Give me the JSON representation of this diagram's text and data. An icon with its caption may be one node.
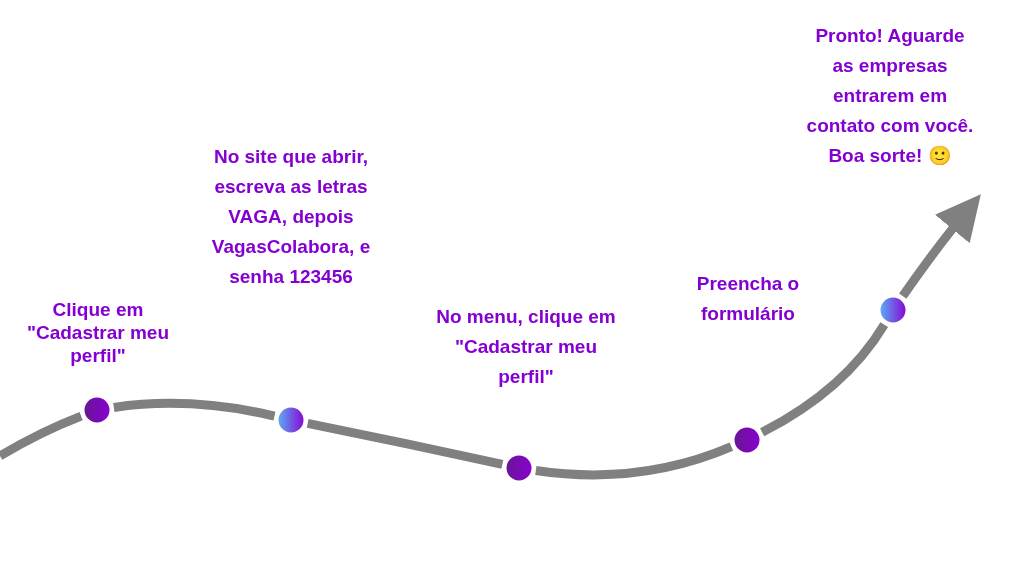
{
  "diagram": {
    "nodes": [
      {
        "text": [],
        "shape": "circle",
        "beside": [
          "Clique em \"Cadastrar meu perfil\""
        ]
      },
      {
        "text": [],
        "shape": "circle"
      },
      {
        "text": [],
        "shape": "circle"
      },
      {
        "text": [],
        "shape": "circle"
      },
      {
        "text": [],
        "shape": "circle"
      }
    ],
    "edges": [
      {
        "from": null,
        "to": 0,
        "arrow": "none"
      },
      {
        "from": 0,
        "to": 1,
        "arrow": "none"
      },
      {
        "from": 1,
        "to": 2,
        "arrow": "none"
      },
      {
        "from": 2,
        "to": 3,
        "arrow": "none"
      },
      {
        "from": 3,
        "to": 4,
        "arrow": "none"
      },
      {
        "from": 4,
        "to": null,
        "arrow": "to"
      }
    ],
    "labels": [
      "Pronto! Aguarde as empresas entrarem em contato com você. Boa sorte! 🙂",
      "No site que abrir, escreva as letras VAGA, depois VagasColabora, e senha 123456",
      "Preencha o formulário",
      "No menu, clique em \"Cadastrar meu perfil\""
    ]
  }
}
